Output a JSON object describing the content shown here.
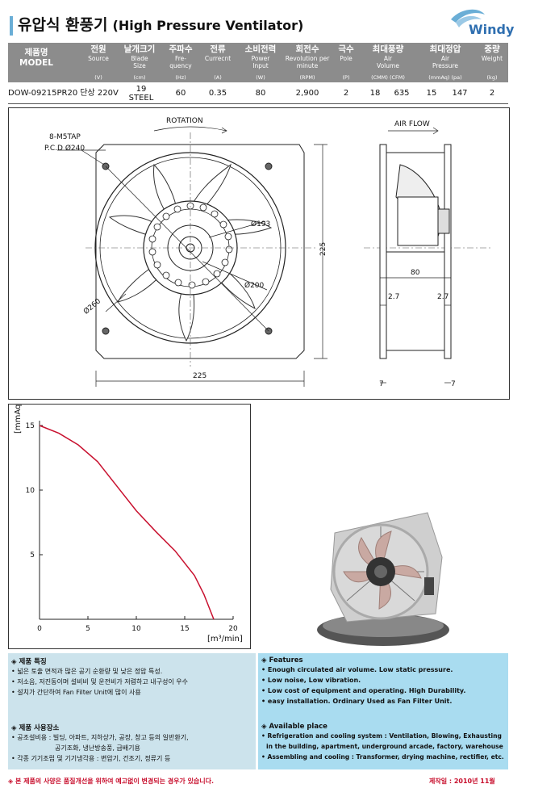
{
  "header": {
    "title_ko": "유압식 환풍기",
    "title_en": "(High Pressure Ventilator)",
    "logo_text": "Windy"
  },
  "spec_table": {
    "columns": [
      {
        "ko": "제품명",
        "en": "MODEL",
        "unit": ""
      },
      {
        "ko": "전원",
        "en": "Source",
        "unit": "(V)"
      },
      {
        "ko": "날개크기",
        "en": "Blade Size",
        "unit": "(cm)"
      },
      {
        "ko": "주파수",
        "en": "Fre-quency",
        "unit": "(Hz)"
      },
      {
        "ko": "전류",
        "en": "Currecnt",
        "unit": "(A)"
      },
      {
        "ko": "소비전력",
        "en": "Power Input",
        "unit": "(W)"
      },
      {
        "ko": "회전수",
        "en": "Revolution per minute",
        "unit": "(RPM)"
      },
      {
        "ko": "극수",
        "en": "Pole",
        "unit": "(P)"
      },
      {
        "ko": "최대풍량",
        "en": "Air Volume",
        "unit": "(CMM)   (CFM)"
      },
      {
        "ko": "최대정압",
        "en": "Air Pressure",
        "unit": "(mmAq)   (pa)"
      },
      {
        "ko": "중량",
        "en": "Weight",
        "unit": "(kg)"
      }
    ],
    "row": {
      "model": "DOW-09215PR20 단상 220V",
      "blade": "19",
      "blade_material": "STEEL",
      "frequency": "60",
      "current": "0.35",
      "power": "80",
      "rpm": "2,900",
      "pole": "2",
      "cmm": "18",
      "cfm": "635",
      "mmaq": "15",
      "pa": "147",
      "weight": "2"
    }
  },
  "drawing": {
    "rotation": "ROTATION",
    "airflow": "AIR FLOW",
    "tap": "8-M5TAP",
    "pcd": "P.C.D Ø240",
    "d193": "Ø193",
    "d200": "Ø200",
    "d260": "Ø260",
    "w225": "225",
    "h225": "225",
    "w80": "80",
    "w27a": "2.7",
    "w27b": "2.7",
    "w7a": "7",
    "w7b": "7"
  },
  "chart_data": {
    "type": "line",
    "title": "",
    "xlabel": "[m³/min]",
    "ylabel": "[mmAq]",
    "xlim": [
      0,
      20
    ],
    "ylim": [
      0,
      15
    ],
    "xticks": [
      0,
      5,
      10,
      15,
      20
    ],
    "yticks": [
      5,
      10,
      15
    ],
    "grid": false,
    "series": [
      {
        "color": "#c8102e",
        "x": [
          0,
          2,
          4,
          6,
          8,
          10,
          12,
          14,
          16,
          17,
          18
        ],
        "y": [
          15,
          14.4,
          13.5,
          12.2,
          10.3,
          8.4,
          6.8,
          5.3,
          3.4,
          1.9,
          0
        ]
      }
    ]
  },
  "features": {
    "ko_title": "◈ 제품 특징",
    "ko_items": [
      "• 넓은 토출 면적과 많은 공기 순환량 및 낮은 정압 특성.",
      "• 저소음, 저진동이며 설비비 및 운전비가 저렴하고 내구성이 우수",
      "• 설치가 간단하여 Fan Filter Unit에 많이 사용"
    ],
    "ko_place_title": "◈ 제품 사용장소",
    "ko_place_items": [
      "• 공조설비용 : 빌딩, 아파트, 지하상가, 공장, 창고 등의 일반환기,",
      "공기조화, 냉난방송풍, 급배기용",
      "• 각종 기기조립 및 기기냉각용 : 변압기, 건조기, 정류기 등"
    ],
    "en_title": "◈ Features",
    "en_items": [
      "• Enough circulated air volume. Low static pressure.",
      "• Low noise, Low vibration.",
      "• Low cost of equipment and operating. High Durability.",
      "• easy installation. Ordinary Used as Fan Filter Unit."
    ],
    "en_place_title": "◈ Available place",
    "en_place_items": [
      "• Refrigeration and cooling system : Ventilation, Blowing, Exhausting",
      "in the building, apartment, underground arcade, factory, warehouse",
      "• Assembling and cooling : Transformer, drying machine, rectifier, etc."
    ]
  },
  "footer": {
    "notice": "◈ 본 제품의 사양은 품질개선을 위하여 예고없이 변경되는 경우가 있습니다.",
    "date": "제작일 : 2010년 11월"
  },
  "colors": {
    "header_bar": "#8c8c8c",
    "accent_blue": "#6aaed6",
    "curve": "#c8102e",
    "feat_left_bg": "#cce3ec",
    "feat_right_bg": "#a9dcf0",
    "footer_text": "#c8102e"
  }
}
